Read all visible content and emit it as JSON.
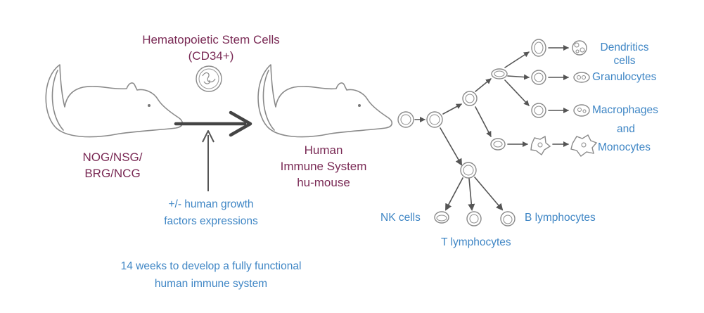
{
  "hsc": {
    "title": "Hematopoietic Stem Cells",
    "subtitle": "(CD34+)"
  },
  "mouse_strains": {
    "line1": "NOG/NSG/",
    "line2": "BRG/NCG"
  },
  "humanized": {
    "line1": "Human",
    "line2": "Immune System",
    "line3": "hu-mouse"
  },
  "growth_factors": {
    "line1": "+/- human growth",
    "line2": "factors expressions"
  },
  "timeline": {
    "line1": "14 weeks to develop a fully functional",
    "line2": "human immune system"
  },
  "cells": {
    "dendritic_line1": "Dendritics",
    "dendritic_line2": "cells",
    "granulocytes": "Granulocytes",
    "macrophages": "Macrophages",
    "and": "and",
    "monocytes": "Monocytes",
    "nk": "NK cells",
    "t": "T lymphocytes",
    "b": "B lymphocytes"
  },
  "colors": {
    "plum": "#7a2a55",
    "blue": "#3f86c5",
    "line": "#8a8a8a",
    "arrow": "#444444"
  }
}
